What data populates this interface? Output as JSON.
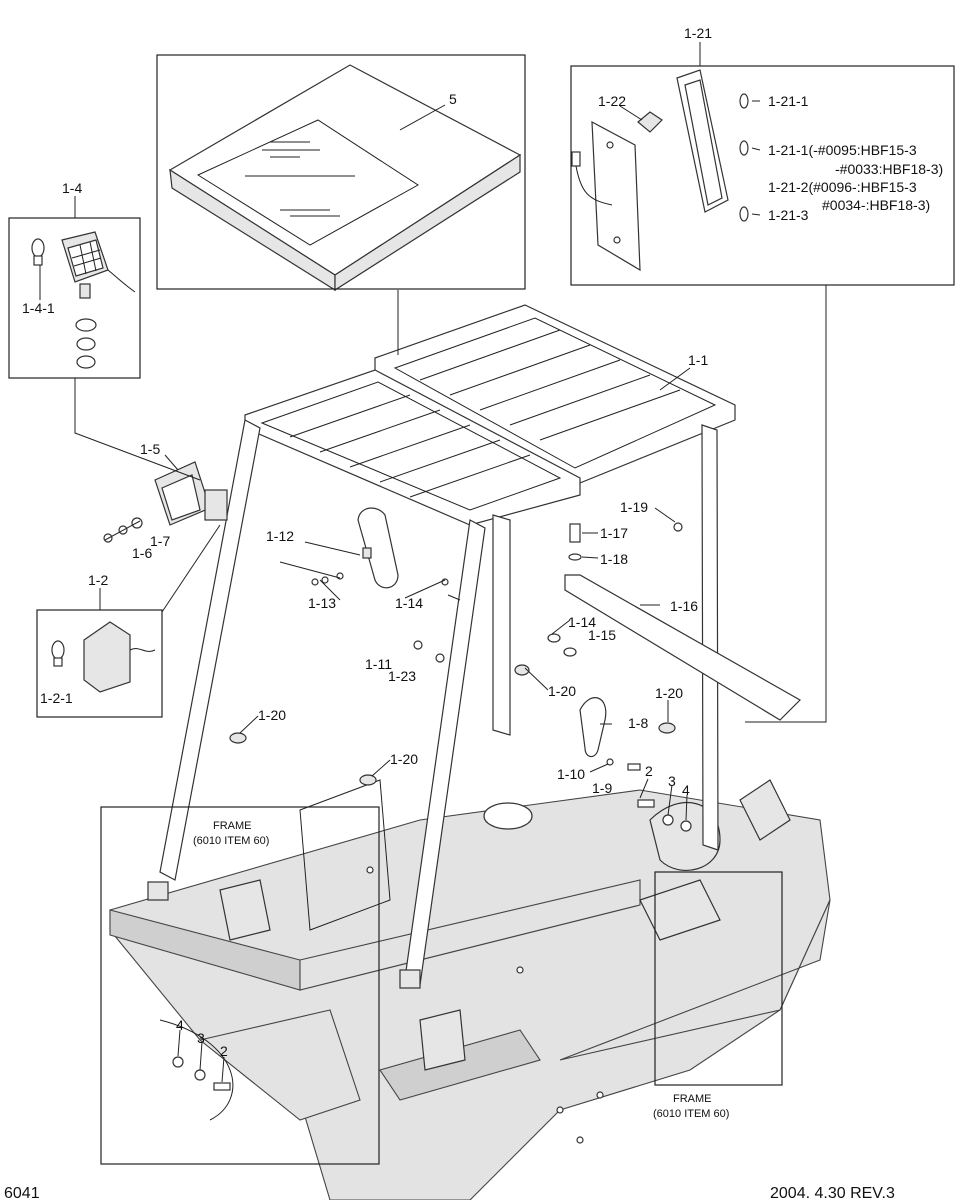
{
  "labels": {
    "l_1_21": "1-21",
    "l_1_22": "1-22",
    "l_1_21_1": "1-21-1",
    "l_1_21_1b": "1-21-1(-#0095:HBF15-3",
    "l_1_21_1c": "-#0033:HBF18-3)",
    "l_1_21_2": "1-21-2(#0096-:HBF15-3",
    "l_1_21_2b": "#0034-:HBF18-3)",
    "l_1_21_3": "1-21-3",
    "l_5": "5",
    "l_1_4": "1-4",
    "l_1_4_1": "1-4-1",
    "l_1_1": "1-1",
    "l_1_5": "1-5",
    "l_1_7": "1-7",
    "l_1_6": "1-6",
    "l_1_2": "1-2",
    "l_1_2_1": "1-2-1",
    "l_1_12": "1-12",
    "l_1_13": "1-13",
    "l_1_14a": "1-14",
    "l_1_14b": "1-14",
    "l_1_15": "1-15",
    "l_1_16": "1-16",
    "l_1_17": "1-17",
    "l_1_18": "1-18",
    "l_1_19": "1-19",
    "l_1_11": "1-11",
    "l_1_23": "1-23",
    "l_1_20a": "1-20",
    "l_1_20b": "1-20",
    "l_1_20c": "1-20",
    "l_1_20d": "1-20",
    "l_1_8": "1-8",
    "l_1_10": "1-10",
    "l_1_9": "1-9",
    "l_2a": "2",
    "l_3a": "3",
    "l_4a": "4",
    "l_2b": "2",
    "l_3b": "3",
    "l_4b": "4",
    "frame_left_1": "FRAME",
    "frame_left_2": "(6010 ITEM 60)",
    "frame_right_1": "FRAME",
    "frame_right_2": "(6010 ITEM 60)"
  },
  "footer": {
    "page_code": "6041",
    "revision": "2004. 4.30 REV.3"
  }
}
